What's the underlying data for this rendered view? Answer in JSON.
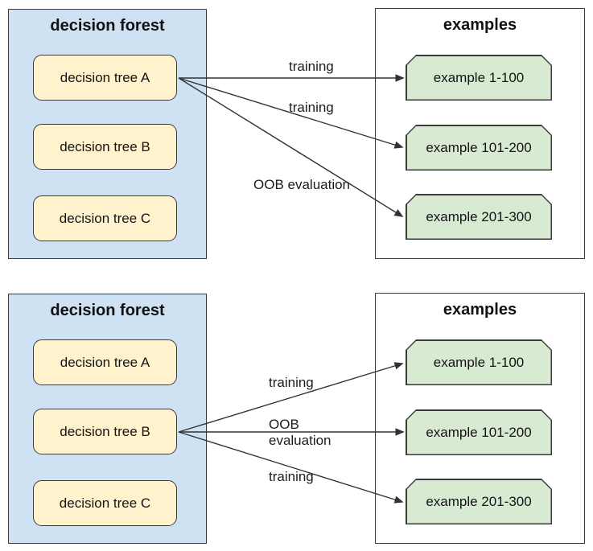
{
  "colors": {
    "forest_fill": "#cfe2f3",
    "tree_fill": "#fff2cc",
    "example_fill": "#d9ead3",
    "examples_box_fill": "#ffffff",
    "box_border": "#3b3b3b",
    "arrow": "#333333",
    "text": "#141414"
  },
  "panels": [
    {
      "forest": {
        "title": "decision forest",
        "trees": [
          {
            "label": "decision tree A"
          },
          {
            "label": "decision tree B"
          },
          {
            "label": "decision tree C"
          }
        ]
      },
      "examples": {
        "title": "examples",
        "items": [
          {
            "label": "example 1-100"
          },
          {
            "label": "example 101-200"
          },
          {
            "label": "example 201-300"
          }
        ]
      },
      "arrows": [
        {
          "from": "decision tree A",
          "to": "example 1-100",
          "label": "training"
        },
        {
          "from": "decision tree A",
          "to": "example 101-200",
          "label": "training"
        },
        {
          "from": "decision tree A",
          "to": "example 201-300",
          "label": "OOB evaluation"
        }
      ]
    },
    {
      "forest": {
        "title": "decision forest",
        "trees": [
          {
            "label": "decision tree A"
          },
          {
            "label": "decision tree B"
          },
          {
            "label": "decision tree C"
          }
        ]
      },
      "examples": {
        "title": "examples",
        "items": [
          {
            "label": "example 1-100"
          },
          {
            "label": "example 101-200"
          },
          {
            "label": "example 201-300"
          }
        ]
      },
      "arrows": [
        {
          "from": "decision tree B",
          "to": "example 1-100",
          "label": "training"
        },
        {
          "from": "decision tree B",
          "to": "example 101-200",
          "label": "OOB evaluation"
        },
        {
          "from": "decision tree B",
          "to": "example 201-300",
          "label": "training"
        }
      ]
    }
  ]
}
